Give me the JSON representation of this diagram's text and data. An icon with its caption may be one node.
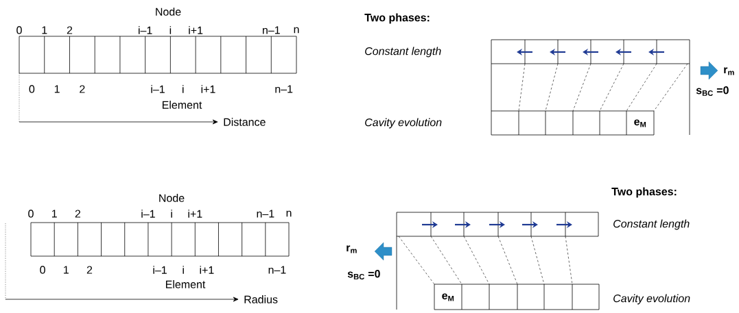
{
  "diagram": {
    "nodes": [
      {
        "text": [
          "e$_{M}$"
        ]
      },
      {
        "text": [
          "e$_{M}$"
        ]
      }
    ],
    "labels": [
      "Node",
      "0",
      "1",
      "2",
      "i–1",
      "i",
      "i+1",
      "n–1",
      "n",
      "0",
      "1",
      "2",
      "i–1",
      "i",
      "i+1",
      "n–1",
      "Element",
      "Distance",
      "Two phases:",
      "Constant length",
      "r$_{m}$",
      "s$_{BC}$ =0",
      "Cavity evolution",
      "Node",
      "0",
      "1",
      "2",
      "i–1",
      "i",
      "i+1",
      "n–1",
      "n",
      "0",
      "1",
      "2",
      "i–1",
      "i",
      "i+1",
      "n–1",
      "Element",
      "Radius",
      "Two phases:",
      "Constant length",
      "r$_{m}$",
      "s$_{BC}$ =0",
      "Cavity evolution"
    ]
  }
}
